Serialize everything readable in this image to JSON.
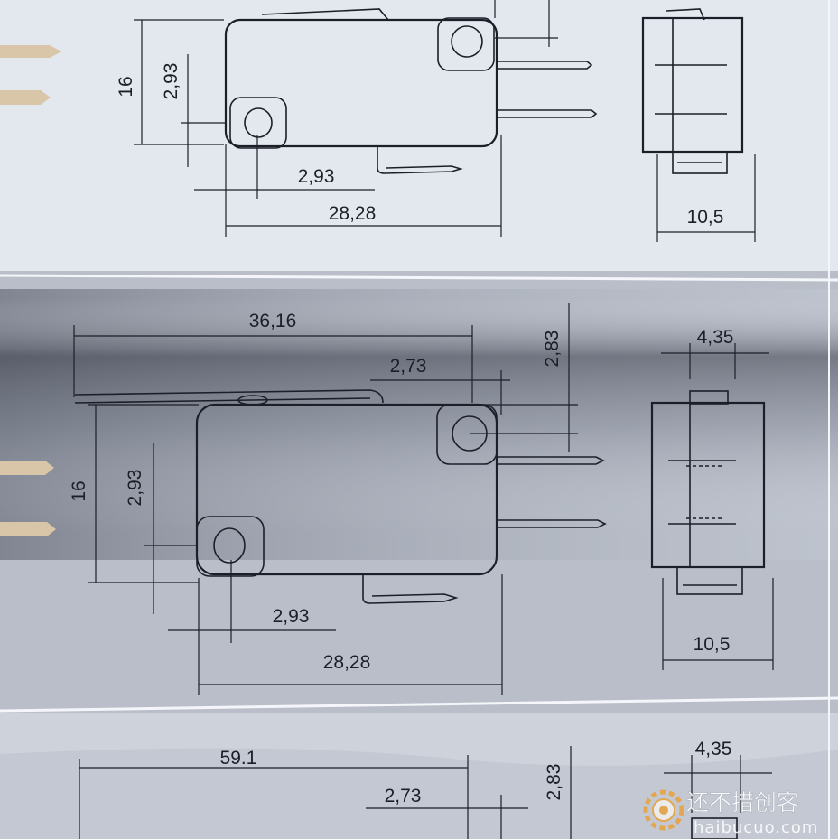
{
  "drawing_top": {
    "height_label": "16",
    "hole_offset_vertical_label": "2,93",
    "hole_offset_horizontal_label": "2,93",
    "body_length_label": "28,28",
    "side_width_label": "10,5"
  },
  "drawing_middle": {
    "lever_length_label": "36,16",
    "lever_offset_label": "2,73",
    "top_hole_offset_label": "2,83",
    "height_label": "16",
    "hole_offset_vertical_label": "2,93",
    "hole_offset_horizontal_label": "2,93",
    "body_length_label": "28,28",
    "side_thickness_label": "4,35",
    "side_width_label": "10,5"
  },
  "drawing_bottom": {
    "lever_length_label": "59.1",
    "lever_offset_label": "2,73",
    "top_hole_offset_label": "2,83",
    "side_thickness_label": "4,35"
  },
  "watermark": {
    "text": "还不措创客",
    "url": "haibucuo.com"
  },
  "colors": {
    "paper": "#dfe4ec",
    "line": "#1c1f28",
    "shadow": "#2a2e3a",
    "terminal": "#d9c6a8"
  }
}
